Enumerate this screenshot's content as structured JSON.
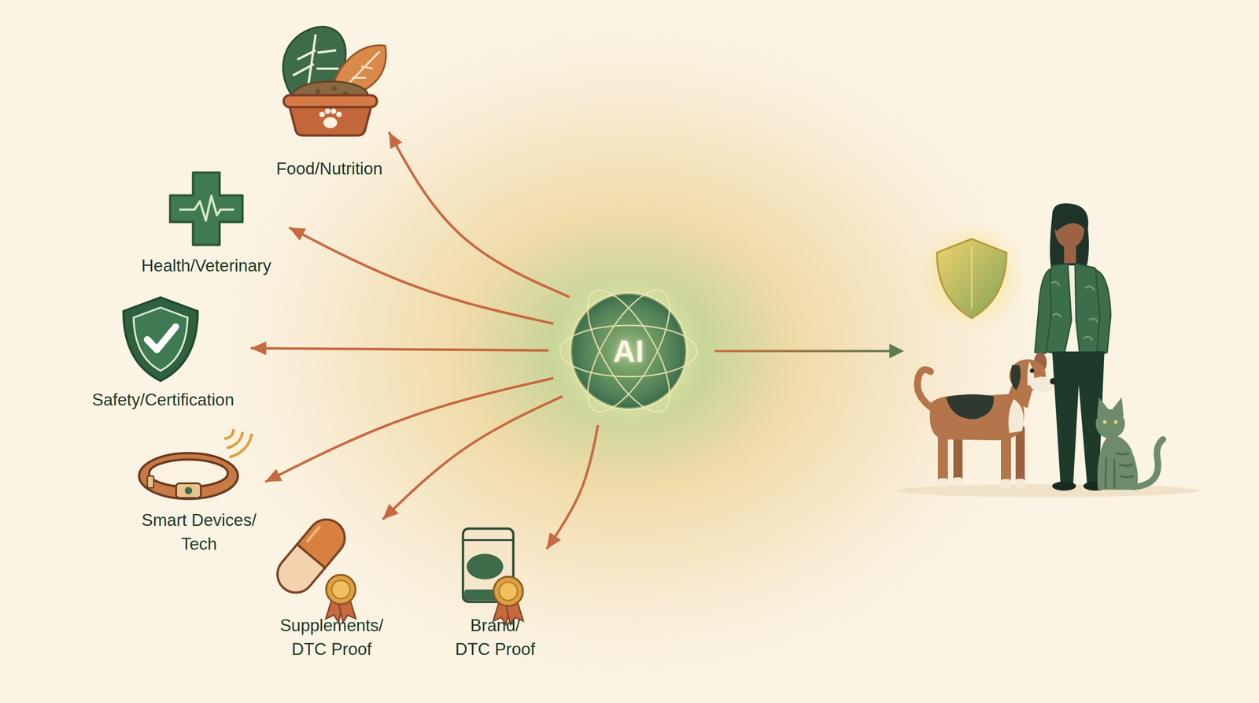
{
  "diagram": {
    "nodes": [
      {
        "text": [
          "Food/Nutrition"
        ]
      },
      {
        "text": [
          "Health/Veterinary"
        ]
      },
      {
        "text": [
          "Safety/Certification"
        ]
      },
      {
        "text": [
          "Smart Devices/ Tech"
        ]
      },
      {
        "text": [
          "Supplements/ DTC Proof"
        ]
      },
      {
        "text": [
          "Brand/ DTC Proof"
        ]
      },
      {
        "text": [
          "AI"
        ]
      }
    ],
    "edges": [
      {
        "from": 6,
        "to": 0,
        "arrow": "to"
      },
      {
        "from": 6,
        "to": 1,
        "arrow": "to"
      },
      {
        "from": 6,
        "to": 2,
        "arrow": "to"
      },
      {
        "from": 6,
        "to": 3,
        "arrow": "to"
      },
      {
        "from": 6,
        "to": 4,
        "arrow": "to"
      },
      {
        "from": 6,
        "to": 5,
        "arrow": "to"
      }
    ]
  }
}
